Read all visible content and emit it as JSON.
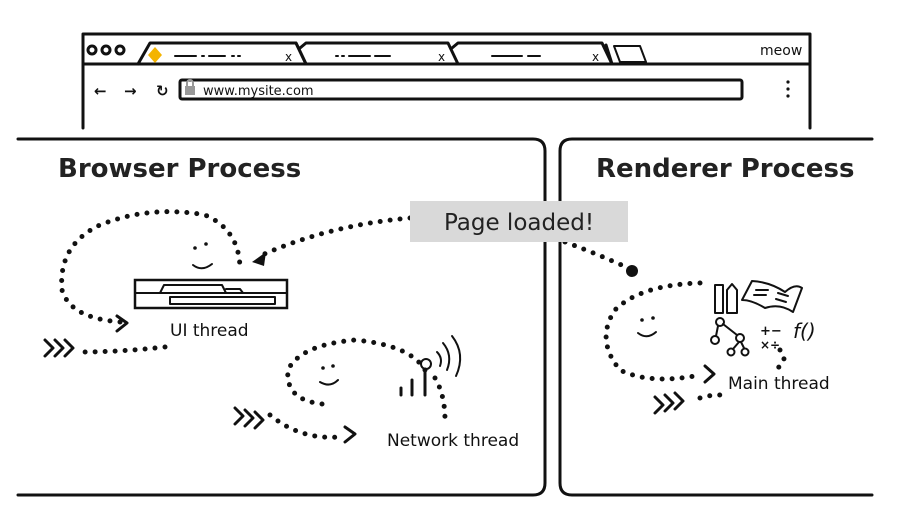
{
  "browser_window": {
    "brand": "meow",
    "url": "www.mysite.com",
    "icons": [
      "window-controls",
      "back-arrow",
      "forward-arrow",
      "reload",
      "lock",
      "menu-dots",
      "new-tab"
    ],
    "accent_color": "#f4b400"
  },
  "browser_process": {
    "title": "Browser Process",
    "threads": [
      {
        "label": "UI thread"
      },
      {
        "label": "Network thread"
      }
    ]
  },
  "renderer_process": {
    "title": "Renderer Process",
    "threads": [
      {
        "label": "Main thread"
      }
    ],
    "symbols": {
      "function": "f()",
      "math": "+− ×÷"
    }
  },
  "message": {
    "label": "Page loaded!",
    "background": "#d9d9d9"
  }
}
